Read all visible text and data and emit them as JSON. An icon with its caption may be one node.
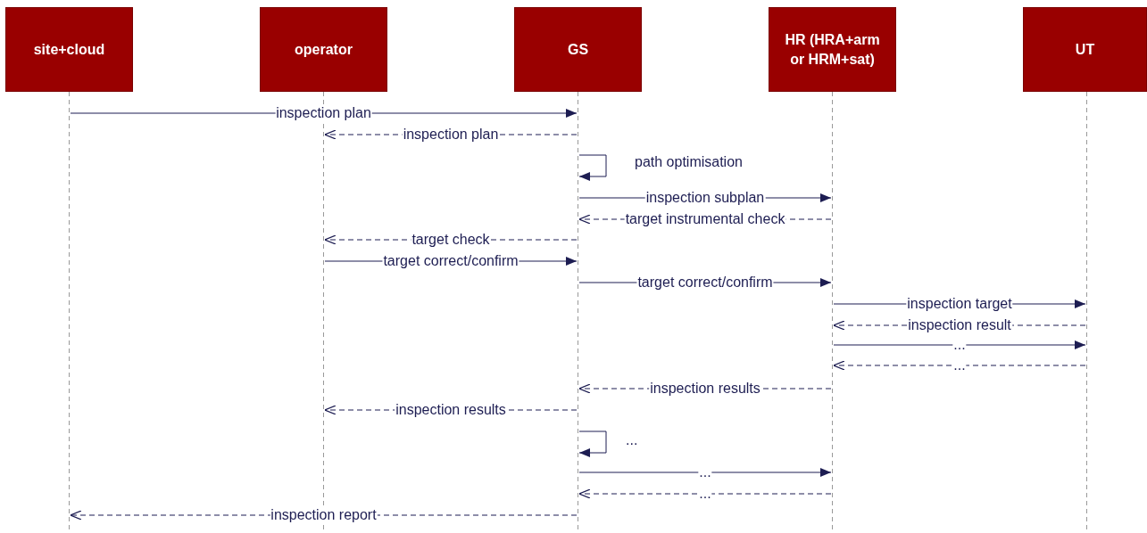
{
  "diagram": {
    "nodes": [
      {
        "text": [
          "site+cloud"
        ]
      },
      {
        "text": [
          "operator"
        ]
      },
      {
        "text": [
          "GS"
        ]
      },
      {
        "text": [
          "HR (HRA+arm or HRM+sat)"
        ]
      },
      {
        "text": [
          "UT"
        ]
      },
      {
        "text": [],
        "shape": "line"
      },
      {
        "text": [],
        "shape": "line"
      },
      {
        "text": [],
        "shape": "line"
      },
      {
        "text": [],
        "shape": "line"
      },
      {
        "text": [],
        "shape": "line"
      }
    ],
    "edges": [
      {
        "from": 5,
        "to": 7,
        "arrow": "to",
        "label": "inspection plan"
      },
      {
        "from": 7,
        "to": 6,
        "arrow": "to",
        "label": "inspection plan",
        "style": "dashed"
      },
      {
        "from": 7,
        "to": 7,
        "arrow": "to",
        "label": "path optimisation"
      },
      {
        "from": 7,
        "to": 8,
        "arrow": "to",
        "label": "inspection subplan"
      },
      {
        "from": 8,
        "to": 7,
        "arrow": "to",
        "label": "target instrumental check",
        "style": "dashed"
      },
      {
        "from": 7,
        "to": 6,
        "arrow": "to",
        "label": "target check",
        "style": "dashed"
      },
      {
        "from": 6,
        "to": 7,
        "arrow": "to",
        "label": "target correct/confirm"
      },
      {
        "from": 7,
        "to": 8,
        "arrow": "to",
        "label": "target correct/confirm"
      },
      {
        "from": 8,
        "to": 9,
        "arrow": "to",
        "label": "inspection target"
      },
      {
        "from": 9,
        "to": 8,
        "arrow": "to",
        "label": "inspection result",
        "style": "dashed"
      },
      {
        "from": 8,
        "to": 9,
        "arrow": "to",
        "label": "..."
      },
      {
        "from": 9,
        "to": 8,
        "arrow": "to",
        "label": "...",
        "style": "dashed"
      },
      {
        "from": 8,
        "to": 7,
        "arrow": "to",
        "label": "inspection results",
        "style": "dashed"
      },
      {
        "from": 7,
        "to": 6,
        "arrow": "to",
        "label": "inspection results",
        "style": "dashed"
      },
      {
        "from": 7,
        "to": 7,
        "arrow": "to",
        "label": "..."
      },
      {
        "from": 7,
        "to": 8,
        "arrow": "to",
        "label": "..."
      },
      {
        "from": 8,
        "to": 7,
        "arrow": "to",
        "label": "...",
        "style": "dashed"
      },
      {
        "from": 7,
        "to": 5,
        "arrow": "to",
        "label": "inspection report",
        "style": "dashed"
      }
    ]
  }
}
